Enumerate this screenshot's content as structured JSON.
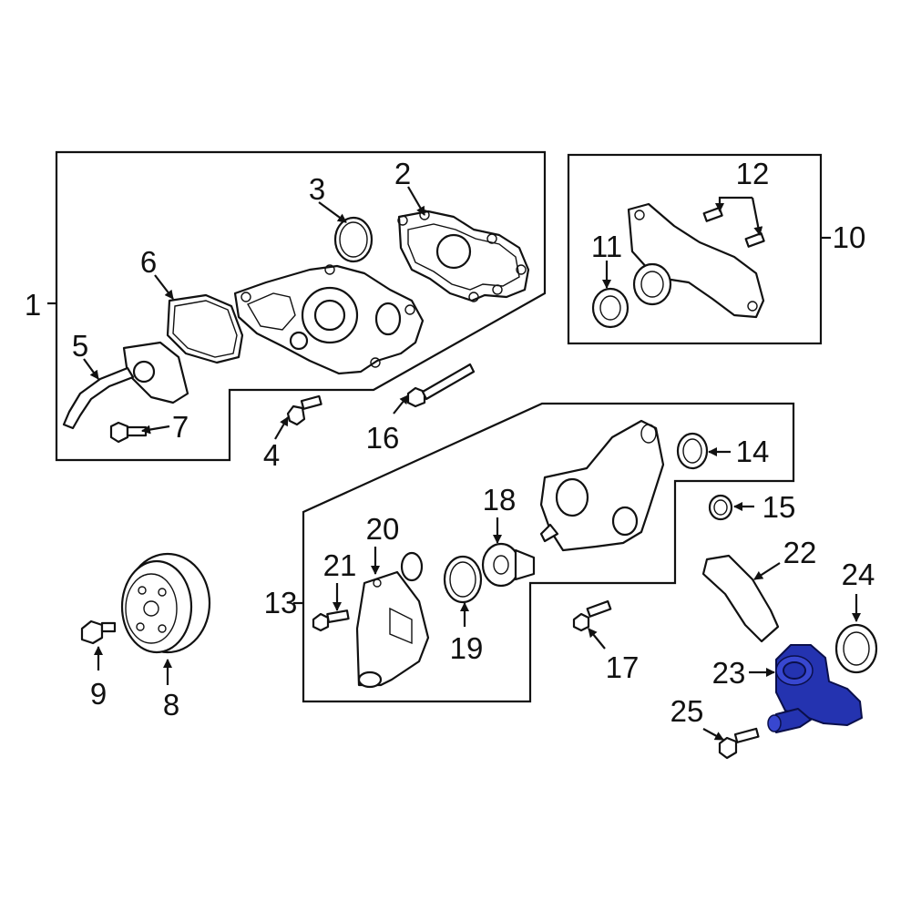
{
  "diagram": {
    "highlight_color": "#2433b0",
    "callouts": [
      {
        "id": "c1",
        "text": "1"
      },
      {
        "id": "c2",
        "text": "2"
      },
      {
        "id": "c3",
        "text": "3"
      },
      {
        "id": "c4",
        "text": "4"
      },
      {
        "id": "c5",
        "text": "5"
      },
      {
        "id": "c6",
        "text": "6"
      },
      {
        "id": "c7",
        "text": "7"
      },
      {
        "id": "c8",
        "text": "8"
      },
      {
        "id": "c9",
        "text": "9"
      },
      {
        "id": "c10",
        "text": "10"
      },
      {
        "id": "c11",
        "text": "11"
      },
      {
        "id": "c12",
        "text": "12"
      },
      {
        "id": "c13",
        "text": "13"
      },
      {
        "id": "c14",
        "text": "14"
      },
      {
        "id": "c15",
        "text": "15"
      },
      {
        "id": "c16",
        "text": "16"
      },
      {
        "id": "c17",
        "text": "17"
      },
      {
        "id": "c18",
        "text": "18"
      },
      {
        "id": "c19",
        "text": "19"
      },
      {
        "id": "c20",
        "text": "20"
      },
      {
        "id": "c21",
        "text": "21"
      },
      {
        "id": "c22",
        "text": "22"
      },
      {
        "id": "c23",
        "text": "23"
      },
      {
        "id": "c24",
        "text": "24"
      },
      {
        "id": "c25",
        "text": "25"
      }
    ]
  }
}
